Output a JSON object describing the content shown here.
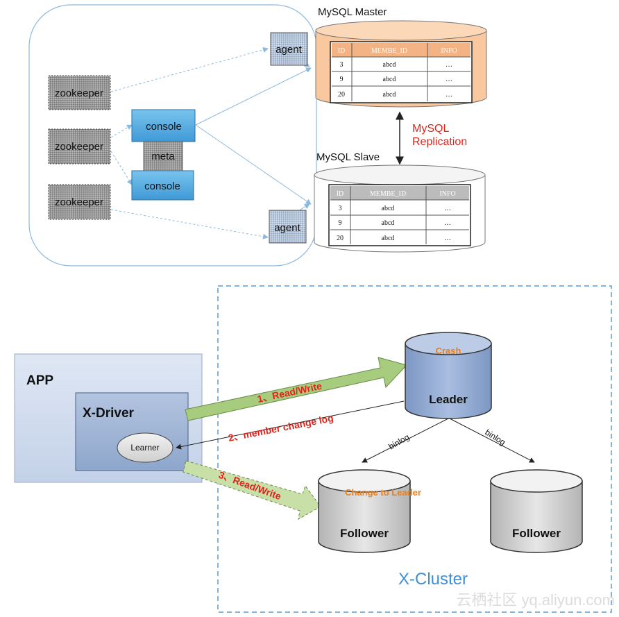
{
  "top": {
    "zookeepers": [
      "zookeeper",
      "zookeeper",
      "zookeeper"
    ],
    "consoles": [
      "console",
      "console"
    ],
    "meta": "meta",
    "agents": [
      "agent",
      "agent"
    ],
    "master": {
      "title": "MySQL Master",
      "columns": [
        "ID",
        "MEMBE_ID",
        "INFO"
      ],
      "rows": [
        [
          "3",
          "abcd",
          "…"
        ],
        [
          "9",
          "abcd",
          "…"
        ],
        [
          "20",
          "abcd",
          "…"
        ]
      ]
    },
    "slave": {
      "title": "MySQL Slave",
      "columns": [
        "ID",
        "MEMBE_ID",
        "INFO"
      ],
      "rows": [
        [
          "3",
          "abcd",
          "…"
        ],
        [
          "9",
          "abcd",
          "…"
        ],
        [
          "20",
          "abcd",
          "…"
        ]
      ]
    },
    "replication": [
      "MySQL",
      "Replication"
    ]
  },
  "bottom": {
    "app": "APP",
    "driver": "X-Driver",
    "learner": "Learner",
    "leader_label": "Leader",
    "leader_status": "Crash",
    "follower_label": "Follower",
    "follower_status": "Change to Leader",
    "follower2_label": "Follower",
    "binlog": [
      "binlog",
      "binlog"
    ],
    "arrow1": "1、Read/Write",
    "arrow2": "2、member change log",
    "arrow3": "3、Read/Write",
    "cluster": "X-Cluster"
  },
  "watermark": "云栖社区 yq.aliyun.com",
  "colors": {
    "master_fill": "#f9c89e",
    "slave_fill": "#ffffff",
    "console_fill": "#5aaee0",
    "meta_fill": "#c8c8c8",
    "cylinder_blue": "#8fa8cf",
    "cylinder_gray": "#d4d4d4",
    "arrow_green": "#a8cc7e",
    "red_text": "#e0241b",
    "orange_text": "#e8801e",
    "cluster_blue": "#3e8fd6"
  }
}
